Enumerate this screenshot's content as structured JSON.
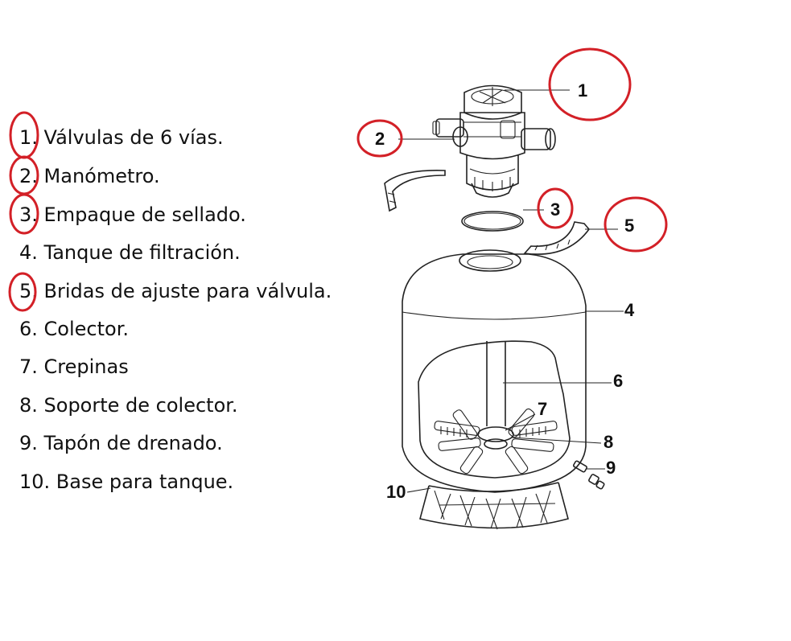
{
  "legend": {
    "items": [
      {
        "text": "1. Válvulas de 6 vías.",
        "circled": true
      },
      {
        "text": "2. Manómetro.",
        "circled": true
      },
      {
        "text": "3. Empaque de sellado.",
        "circled": true
      },
      {
        "text": "4. Tanque de filtración.",
        "circled": false
      },
      {
        "text": "5. Bridas de ajuste para válvula.",
        "circled": true
      },
      {
        "text": "6. Colector.",
        "circled": false
      },
      {
        "text": "7. Crepinas",
        "circled": false
      },
      {
        "text": "8. Soporte de colector.",
        "circled": false
      },
      {
        "text": "9. Tapón de drenado.",
        "circled": false
      },
      {
        "text": "10. Base para tanque.",
        "circled": false
      }
    ]
  },
  "callouts": [
    "1",
    "2",
    "3",
    "4",
    "5",
    "6",
    "7",
    "8",
    "9",
    "10"
  ],
  "colors": {
    "highlight_circle": "#d32027",
    "line_art": "#222222",
    "text": "#111111",
    "background": "#ffffff"
  }
}
